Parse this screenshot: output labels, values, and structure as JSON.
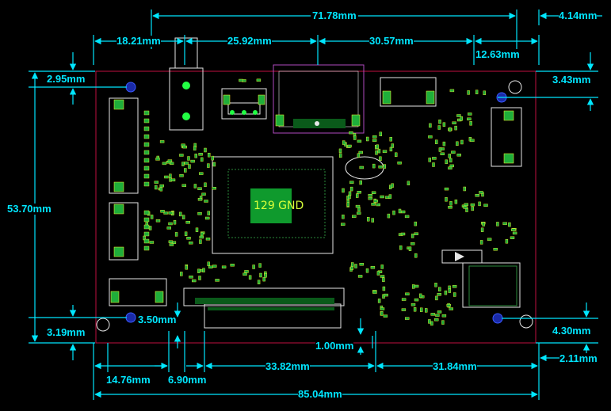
{
  "colors": {
    "background": "#000000",
    "dimension": "#00e6ff",
    "outline": "#c01040",
    "silkscreen": "#e6e6e6",
    "pad": "#1fae3a",
    "padEdge": "#ffff30",
    "chip": "#0f9a2d",
    "hole": "#1a2aa8"
  },
  "dimensions": {
    "overall_top": "71.78mm",
    "right_top_offset": "4.14mm",
    "left_connector_offset": "18.21mm",
    "mid_spacing": "25.92mm",
    "right_spacing": "30.57mm",
    "right_hole_offset": "12.63mm",
    "top_hole_left": "2.95mm",
    "top_hole_right": "3.43mm",
    "board_height": "53.70mm",
    "bottom_hole_left": "3.19mm",
    "bottom_hole_right": "4.30mm",
    "hole_bottom_gap": "3.50mm",
    "fpc_offset": "1.00mm",
    "bottom_right_offset": "2.11mm",
    "bottom_left": "14.76mm",
    "bottom_small": "6.90mm",
    "fpc_width": "33.82mm",
    "bottom_right_span": "31.84mm",
    "board_width": "85.04mm"
  },
  "chip_text": "129 GND"
}
